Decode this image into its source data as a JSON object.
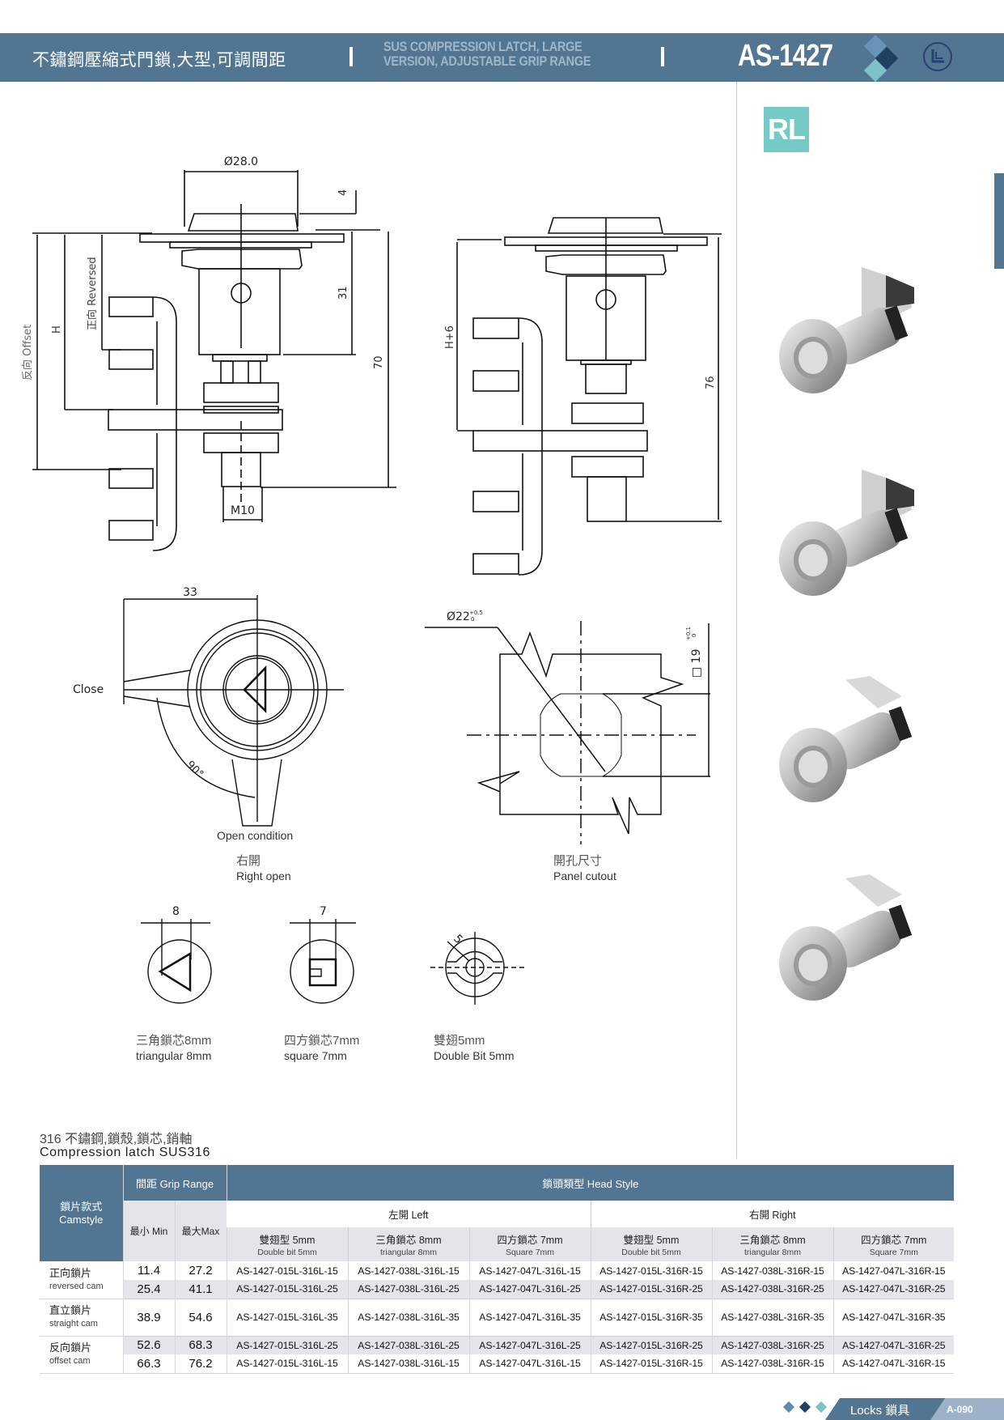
{
  "header": {
    "title_zh": "不鏽鋼壓縮式門鎖,大型,可調間距",
    "title_en_line1": "SUS COMPRESSION LATCH, LARGE",
    "title_en_line2": "VERSION, ADJUSTABLE GRIP RANGE",
    "model_code": "AS-1427",
    "brand_colors": {
      "primary": "#527592",
      "light": "#9fb6c8",
      "dark": "#1f4060",
      "teal": "#75cac6"
    }
  },
  "badge": {
    "label": "RL"
  },
  "drawings": {
    "side_view_left": {
      "dim_diameter": "Ø28.0",
      "dim_top": "4",
      "dim_thread_len": "31",
      "dim_total": "70",
      "dim_thread": "M10",
      "label_offset": "反向 Offset",
      "label_h": "H",
      "label_reversed": "正向 Reversed"
    },
    "side_view_right": {
      "label_h6": "H+6",
      "dim_total": "76"
    },
    "front_view": {
      "dim_width": "33",
      "label_close": "Close",
      "label_angle": "90°",
      "label_open": "Open condition",
      "caption_zh": "右開",
      "caption_en": "Right open"
    },
    "panel_cutout": {
      "dim_diameter": "Ø22",
      "dim_diameter_tol_upper": "+0.5",
      "dim_diameter_tol_lower": "0",
      "dim_square": "□ 19",
      "dim_square_tol_upper": "+0.1",
      "dim_square_tol_lower": "0",
      "caption_zh": "開孔尺寸",
      "caption_en": "Panel cutout"
    },
    "inserts": [
      {
        "dim": "8",
        "caption_zh": "三角鎖芯8mm",
        "caption_en": "triangular 8mm"
      },
      {
        "dim": "7",
        "caption_zh": "四方鎖芯7mm",
        "caption_en": "square 7mm"
      },
      {
        "dim": "5",
        "caption_zh": "雙翅5mm",
        "caption_en": "Double Bit 5mm"
      }
    ]
  },
  "material": {
    "zh": "316 不鏽鋼,鎖殼,鎖芯,銷軸",
    "en": "Compression latch SUS316"
  },
  "table": {
    "camstyle_zh": "鎖片款式",
    "camstyle_en": "Camstyle",
    "grip_range": "間距 Grip Range",
    "head_style": "鎖頭類型 Head Style",
    "min": "最小 Min",
    "max": "最大Max",
    "left": "左開 Left",
    "right": "右開 Right",
    "head_types": [
      {
        "zh": "雙翅型 5mm",
        "en": "Double bit 5mm"
      },
      {
        "zh": "三角鎖芯 8mm",
        "en": "triangular 8mm"
      },
      {
        "zh": "四方鎖芯 7mm",
        "en": "Square 7mm"
      },
      {
        "zh": "雙翅型 5mm",
        "en": "Double bit 5mm"
      },
      {
        "zh": "三角鎖芯 8mm",
        "en": "triangular 8mm"
      },
      {
        "zh": "四方鎖芯 7mm",
        "en": "Square 7mm"
      }
    ],
    "groups": [
      {
        "zh": "正向鎖片",
        "en": "reversed cam",
        "rows": [
          {
            "min": "11.4",
            "max": "27.2",
            "parts": [
              "AS-1427-015L-316L-15",
              "AS-1427-038L-316L-15",
              "AS-1427-047L-316L-15",
              "AS-1427-015L-316R-15",
              "AS-1427-038L-316R-15",
              "AS-1427-047L-316R-15"
            ]
          },
          {
            "min": "25.4",
            "max": "41.1",
            "parts": [
              "AS-1427-015L-316L-25",
              "AS-1427-038L-316L-25",
              "AS-1427-047L-316L-25",
              "AS-1427-015L-316R-25",
              "AS-1427-038L-316R-25",
              "AS-1427-047L-316R-25"
            ]
          }
        ]
      },
      {
        "zh": "直立鎖片",
        "en": "straight cam",
        "rows": [
          {
            "min": "38.9",
            "max": "54.6",
            "parts": [
              "AS-1427-015L-316L-35",
              "AS-1427-038L-316L-35",
              "AS-1427-047L-316L-35",
              "AS-1427-015L-316R-35",
              "AS-1427-038L-316R-35",
              "AS-1427-047L-316R-35"
            ]
          }
        ]
      },
      {
        "zh": "反向鎖片",
        "en": "offset cam",
        "rows": [
          {
            "min": "52.6",
            "max": "68.3",
            "parts": [
              "AS-1427-015L-316L-25",
              "AS-1427-038L-316L-25",
              "AS-1427-047L-316L-25",
              "AS-1427-015L-316R-25",
              "AS-1427-038L-316R-25",
              "AS-1427-047L-316R-25"
            ]
          },
          {
            "min": "66.3",
            "max": "76.2",
            "parts": [
              "AS-1427-015L-316L-15",
              "AS-1427-038L-316L-15",
              "AS-1427-047L-316L-15",
              "AS-1427-015L-316R-15",
              "AS-1427-038L-316R-15",
              "AS-1427-047L-316R-15"
            ]
          }
        ]
      }
    ]
  },
  "footer": {
    "section": "Locks 鎖具",
    "page": "A-090"
  }
}
